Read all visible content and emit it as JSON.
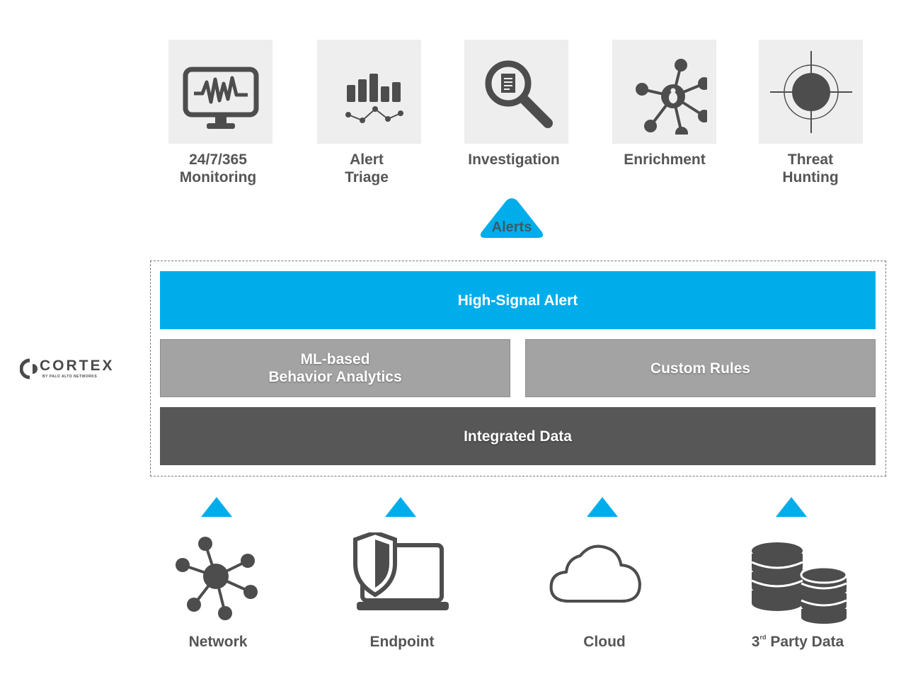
{
  "top_items": [
    {
      "icon": "monitor-heartbeat-icon",
      "line1": "24/7/365",
      "line2": "Monitoring"
    },
    {
      "icon": "bar-chart-triage-icon",
      "line1": "Alert",
      "line2": "Triage"
    },
    {
      "icon": "magnifier-document-icon",
      "line1": "Investigation",
      "line2": ""
    },
    {
      "icon": "bug-network-icon",
      "line1": "Enrichment",
      "line2": ""
    },
    {
      "icon": "crosshair-target-icon",
      "line1": "Threat",
      "line2": "Hunting"
    }
  ],
  "alerts_label": "Alerts",
  "layers": {
    "high_signal": "High-Signal Alert",
    "ml_line1": "ML-based",
    "ml_line2": "Behavior Analytics",
    "custom_rules": "Custom Rules",
    "integrated": "Integrated Data"
  },
  "logo": {
    "word": "CORTEX",
    "tagline": "BY PALO ALTO NETWORKS"
  },
  "sources": [
    {
      "icon": "network-hub-icon",
      "label": "Network"
    },
    {
      "icon": "laptop-shield-icon",
      "label": "Endpoint"
    },
    {
      "icon": "cloud-icon",
      "label": "Cloud"
    },
    {
      "icon": "database-stack-icon",
      "label_prefix": "3",
      "label_sup": "rd",
      "label_suffix": " Party Data"
    }
  ],
  "colors": {
    "accent": "#00adeb",
    "tile": "#eeeeee",
    "icon": "#4d4d4d",
    "mid_gray": "#a3a3a3",
    "dark_gray": "#575757"
  }
}
